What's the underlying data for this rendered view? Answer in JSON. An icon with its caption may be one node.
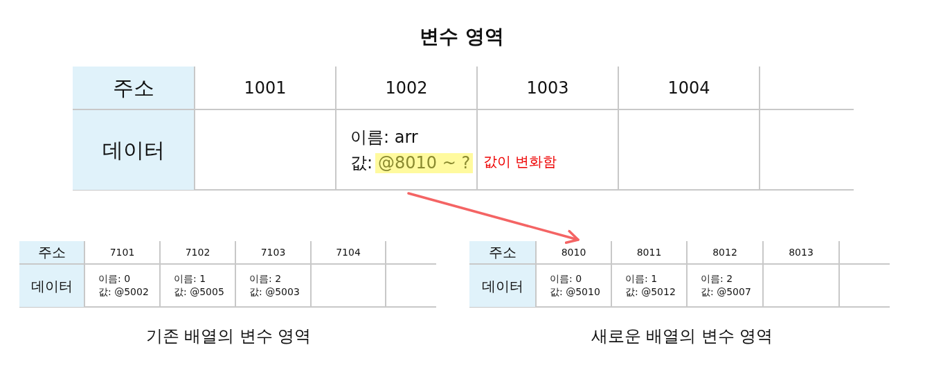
{
  "diagram": {
    "title": "변수 영역",
    "nodes": [
      {
        "text": [
          "이름: arr",
          "값:",
          "@8010 ~ ?"
        ],
        "beside": [
          "값이 변화함"
        ]
      },
      {
        "text": [
          "8010"
        ]
      }
    ],
    "edges": [
      {
        "from": 0,
        "to": 1,
        "arrow": "to",
        "color": "#f46464"
      }
    ],
    "labels": [
      "주소",
      "1001",
      "1002",
      "1003",
      "1004",
      "데이터",
      "주소",
      "7101",
      "7102",
      "7103",
      "7104",
      "데이터",
      "이름: 0",
      "값: @5002",
      "이름: 1",
      "값: @5005",
      "이름: 2",
      "값: @5003",
      "주소",
      "8011",
      "8012",
      "8013",
      "데이터",
      "이름: 0",
      "값: @5010",
      "이름: 1",
      "값: @5012",
      "이름: 2",
      "값: @5007",
      "기존 배열의 변수 영역",
      "새로운 배열의 변수 영역"
    ]
  }
}
